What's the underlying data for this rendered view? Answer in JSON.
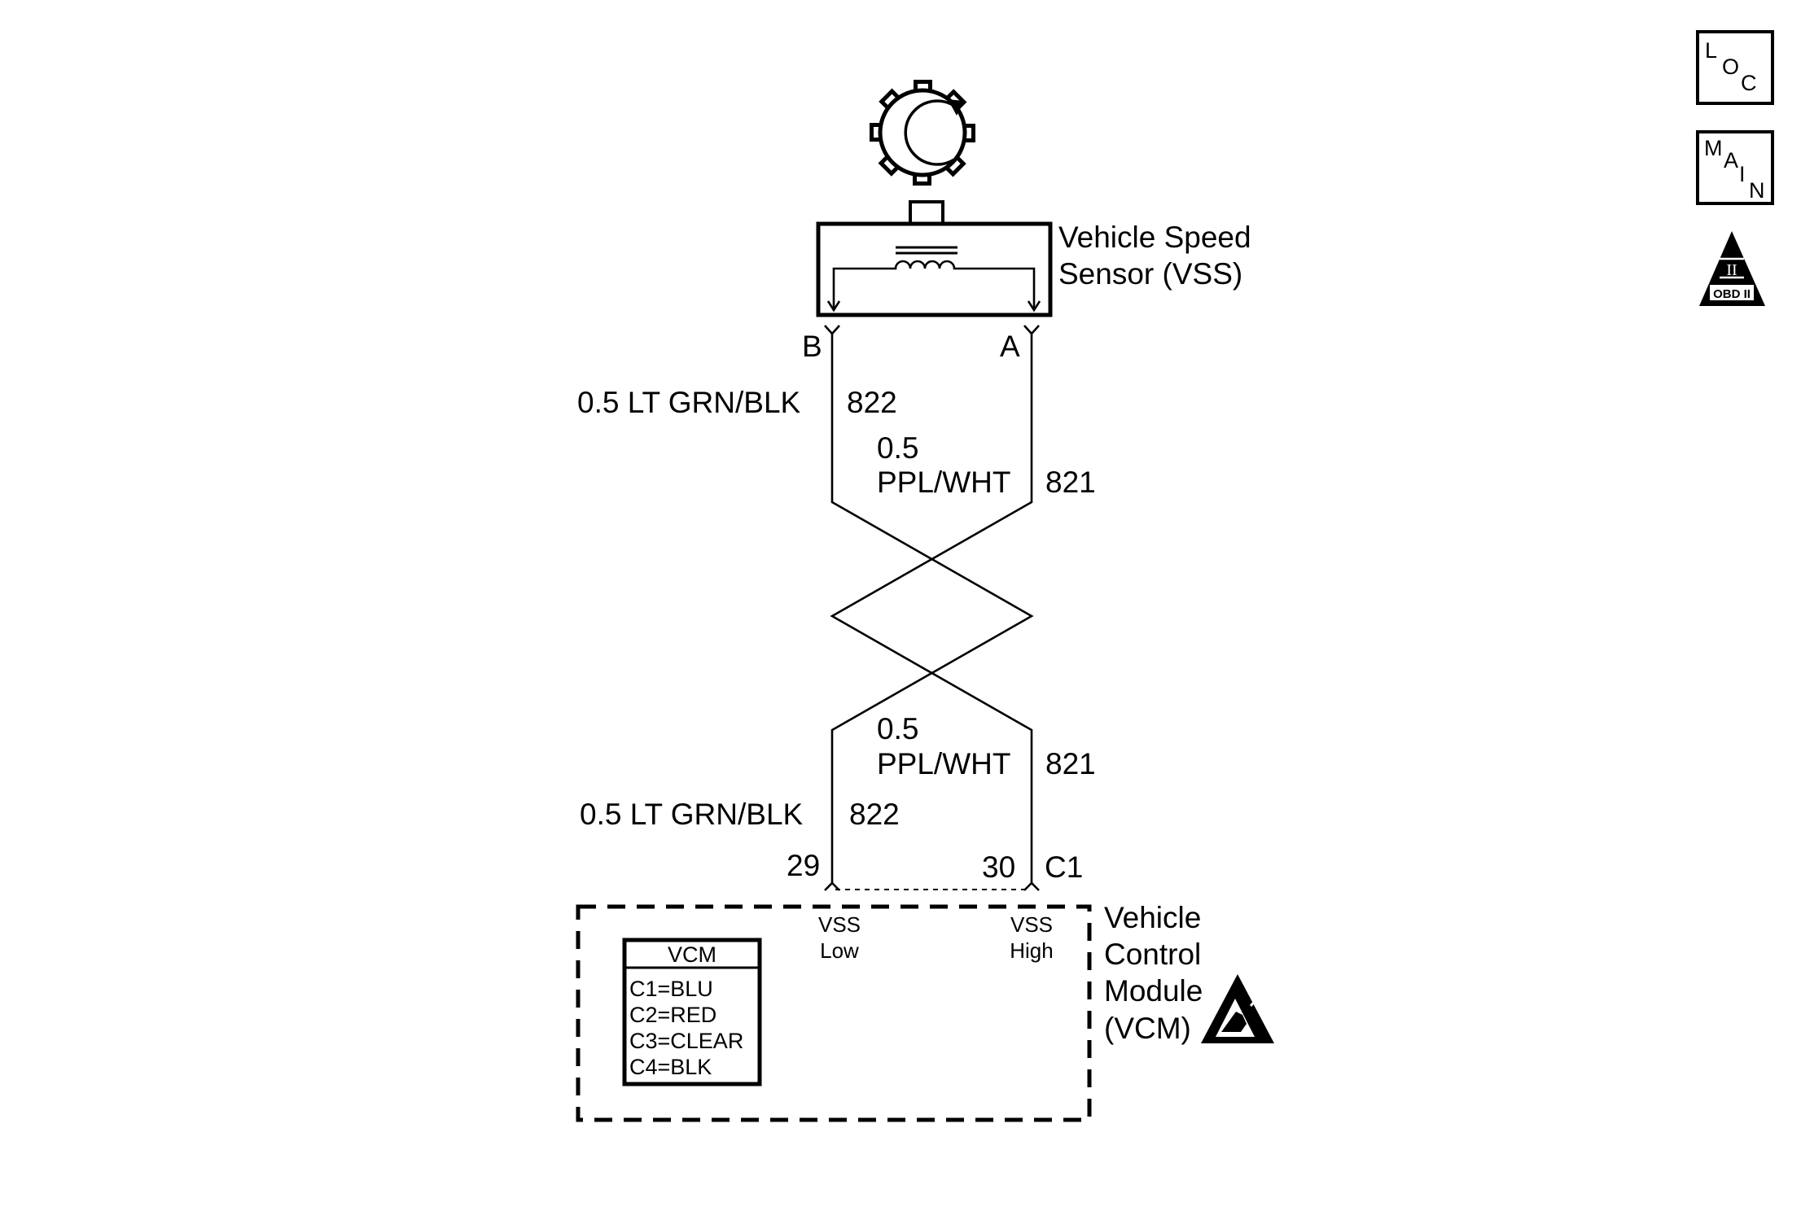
{
  "sensor": {
    "name_line1": "Vehicle Speed",
    "name_line2": "Sensor (VSS)",
    "terminal_b": "B",
    "terminal_a": "A"
  },
  "wires_upper": {
    "left_gauge_color": "0.5 LT GRN/BLK",
    "left_circuit": "822",
    "right_gauge": "0.5",
    "right_color": "PPL/WHT",
    "right_circuit": "821"
  },
  "wires_lower": {
    "right_gauge": "0.5",
    "right_color": "PPL/WHT",
    "right_circuit": "821",
    "left_gauge_color": "0.5 LT GRN/BLK",
    "left_circuit": "822"
  },
  "connector": {
    "pin_left": "29",
    "pin_right": "30",
    "name": "C1"
  },
  "module": {
    "pin_left_line1": "VSS",
    "pin_left_line2": "Low",
    "pin_right_line1": "VSS",
    "pin_right_line2": "High",
    "name_line1": "Vehicle",
    "name_line2": "Control",
    "name_line3": "Module",
    "name_line4": "(VCM)",
    "table": {
      "title": "VCM",
      "rows": [
        "C1=BLU",
        "C2=RED",
        "C3=CLEAR",
        "C4=BLK"
      ]
    }
  },
  "side_icons": {
    "loc": [
      "L",
      "O",
      "C"
    ],
    "main": [
      "M",
      "A",
      "I",
      "N"
    ],
    "obd_numeral": "II",
    "obd_label": "OBD II"
  },
  "icons": {
    "reluctor": "rotating-reluctor-wheel-icon",
    "esd": "esd-sensitive-icon",
    "loc": "loc-icon",
    "main": "main-icon",
    "obd": "obd-ii-icon"
  }
}
